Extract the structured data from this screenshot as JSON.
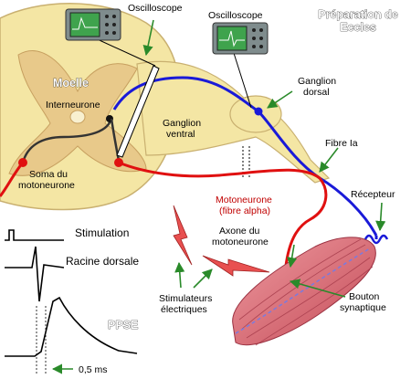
{
  "title": [
    "Préparation de",
    "Eccles"
  ],
  "labels": {
    "oscilloscope_left": "Oscilloscope",
    "oscilloscope_right": "Oscilloscope",
    "moelle": "Moelle",
    "interneurone": "Interneurone",
    "ganglion_ventral": [
      "Ganglion",
      "ventral"
    ],
    "ganglion_dorsal": [
      "Ganglion",
      "dorsal"
    ],
    "fibre_ia": "Fibre Ia",
    "soma": [
      "Soma du",
      "motoneurone"
    ],
    "motoneurone": [
      "Motoneurone",
      "(fibre alpha)"
    ],
    "axone": [
      "Axone du",
      "motoneurone"
    ],
    "recepteur": "Récepteur",
    "stimulateurs": [
      "Stimulateurs",
      "électriques"
    ],
    "bouton": [
      "Bouton",
      "synaptique"
    ],
    "stimulation": "Stimulation",
    "racine_dorsale": "Racine dorsale",
    "ppse": "PPSE",
    "time_scale": "0,5 ms"
  },
  "colors": {
    "spinal_cord": "#f4e6a4",
    "grey_matter": "#e8c98a",
    "sensory_fiber": "#1a1ad8",
    "motor_fiber": "#e01010",
    "interneuron": "#333333",
    "muscle": "#d9646e",
    "arrow": "#2a8a2a",
    "oscilloscope_body": "#7f8c8d",
    "oscilloscope_screen": "#3fa34d"
  }
}
